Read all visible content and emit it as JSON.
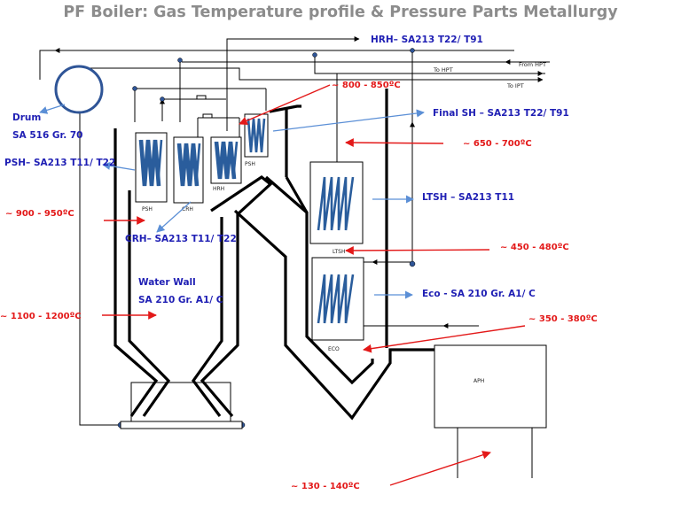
{
  "title": "PF Boiler: Gas Temperature profile & Pressure Parts Metallurgy",
  "labels": {
    "drum_name": "Drum",
    "drum_material": "SA 516 Gr. 70",
    "hrh_material": "HRH– SA213 T22/ T91",
    "final_sh_material": "Final SH – SA213 T22/ T91",
    "psh_material": "PSH– SA213 T11/ T22",
    "crh_material": "CRH– SA213 T11/ T22",
    "ltsh_material": "LTSH – SA213 T11",
    "eco_material": "Eco - SA 210 Gr. A1/ C",
    "water_wall_name": "Water Wall",
    "water_wall_material": "SA 210 Gr. A1/ C"
  },
  "temperatures": {
    "t_800_850": "~ 800 - 850ºC",
    "t_650_700": "~ 650 - 700ºC",
    "t_900_950": "~ 900 - 950ºC",
    "t_450_480": "~ 450 - 480ºC",
    "t_1100_1200": "~ 1100 - 1200ºC",
    "t_350_380": "~ 350 - 380ºC",
    "t_130_140": "~ 130 - 140ºC"
  },
  "components": {
    "psh": "PSH",
    "crh": "CRH",
    "hrh": "HRH",
    "psh_final": "PSH",
    "ltsh": "LTSH",
    "eco": "ECO",
    "aph": "APH"
  },
  "flows": {
    "to_hpt": "To HPT",
    "from_hpt": "From HPT",
    "to_ipt": "To IPT"
  },
  "colors": {
    "title": "#8c8c8c",
    "material_labels": "#1f1fb4",
    "temperature_labels": "#e31919",
    "coil": "#2a5d9c",
    "pointer_arrows": "#5b8fd6",
    "drum_ring": "#2f5597"
  }
}
